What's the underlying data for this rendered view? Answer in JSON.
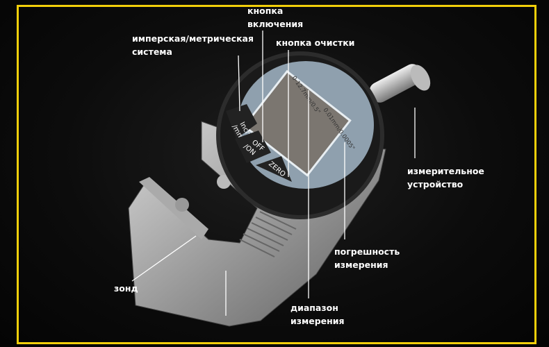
{
  "labels": {
    "power_button": [
      "кнопка",
      "включения"
    ],
    "unit_switch": [
      "имперская/метрическая",
      "система"
    ],
    "zero_button": "кнопка очистки",
    "measuring_device": [
      "измерительное",
      "устройство"
    ],
    "accuracy": [
      "погрешность",
      "измерения"
    ],
    "probe": "зонд",
    "range": [
      "диапазон",
      "измерения"
    ]
  },
  "device": {
    "unit_button": [
      "Inch",
      "/mm"
    ],
    "power_button": [
      "OFF",
      "/ON"
    ],
    "zero_button": "ZERO",
    "range_text": "0-12.7mm/0.5\"",
    "resolution_text": "0.01mm/0.0005\""
  },
  "colors": {
    "frame": "#f2cf0a",
    "background": "#0c0c0c",
    "text": "#ffffff"
  }
}
